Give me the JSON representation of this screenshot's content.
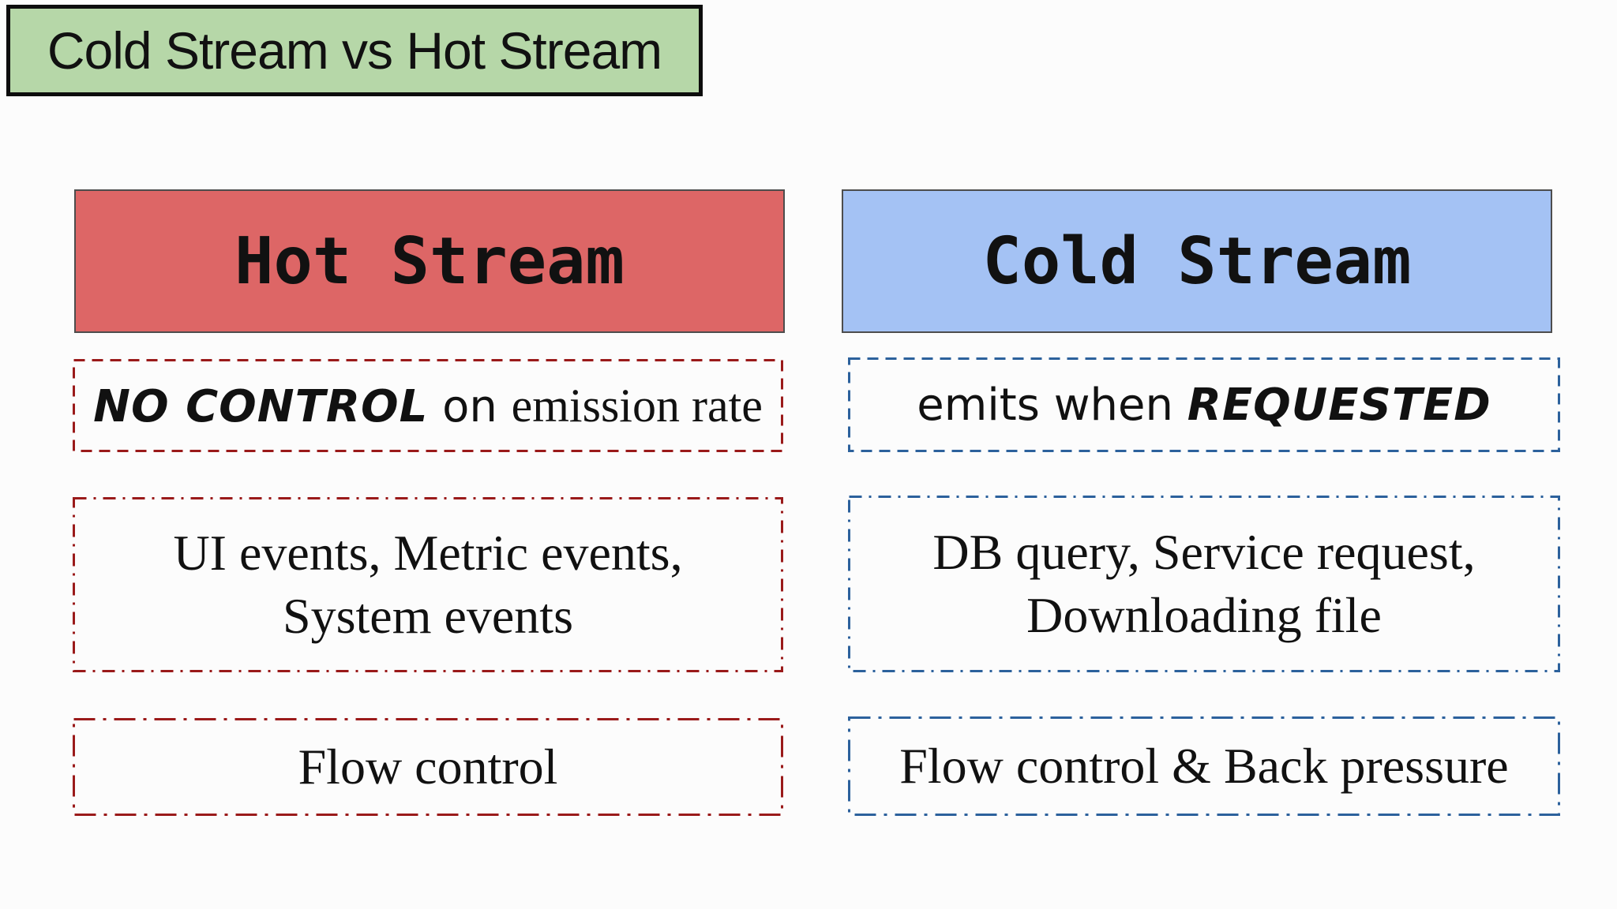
{
  "title": {
    "label": "Cold Stream vs Hot Stream"
  },
  "colors": {
    "title_bg": "#b6d7a8",
    "hot_header_bg": "#dd6666",
    "cold_header_bg": "#a4c2f4",
    "hot_accent": "#9a1a1a",
    "cold_accent": "#2c619c"
  },
  "hot": {
    "header": "Hot Stream",
    "row1": {
      "marker": "NO CONTROL",
      "sans": " on ",
      "serif": "emission rate"
    },
    "row2_line1": "UI events, Metric events,",
    "row2_line2": "System events",
    "row3": "Flow control"
  },
  "cold": {
    "header": "Cold Stream",
    "row1": {
      "sans": "emits when ",
      "marker": "REQUESTED"
    },
    "row2_line1": "DB query, Service request,",
    "row2_line2": "Downloading file",
    "row3": "Flow control & Back pressure"
  }
}
